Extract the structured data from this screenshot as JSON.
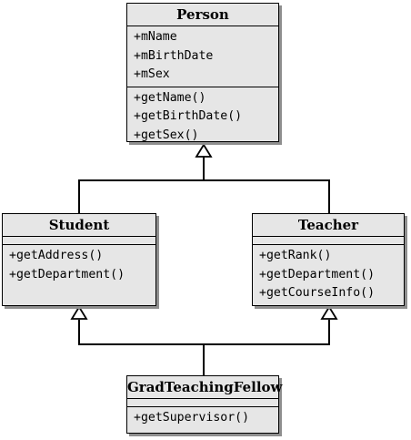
{
  "classes": {
    "person": {
      "name": "Person",
      "attributes": [
        "+mName",
        "+mBirthDate",
        "+mSex"
      ],
      "methods": [
        "+getName()",
        "+getBirthDate()",
        "+getSex()"
      ]
    },
    "student": {
      "name": "Student",
      "attributes": [],
      "methods": [
        "+getAddress()",
        "+getDepartment()"
      ]
    },
    "teacher": {
      "name": "Teacher",
      "attributes": [],
      "methods": [
        "+getRank()",
        "+getDepartment()",
        "+getCourseInfo()"
      ]
    },
    "grad_teaching_fellow": {
      "name": "GradTeachingFellow",
      "attributes": [],
      "methods": [
        "+getSupervisor()"
      ]
    }
  },
  "relationships": [
    {
      "type": "inheritance",
      "child": "Student",
      "parent": "Person"
    },
    {
      "type": "inheritance",
      "child": "Teacher",
      "parent": "Person"
    },
    {
      "type": "inheritance",
      "child": "GradTeachingFellow",
      "parent": "Student"
    },
    {
      "type": "inheritance",
      "child": "GradTeachingFellow",
      "parent": "Teacher"
    }
  ],
  "colors": {
    "box_fill": "#e6e6e6",
    "box_shadow": "#8f8f8f",
    "line": "#000000"
  }
}
